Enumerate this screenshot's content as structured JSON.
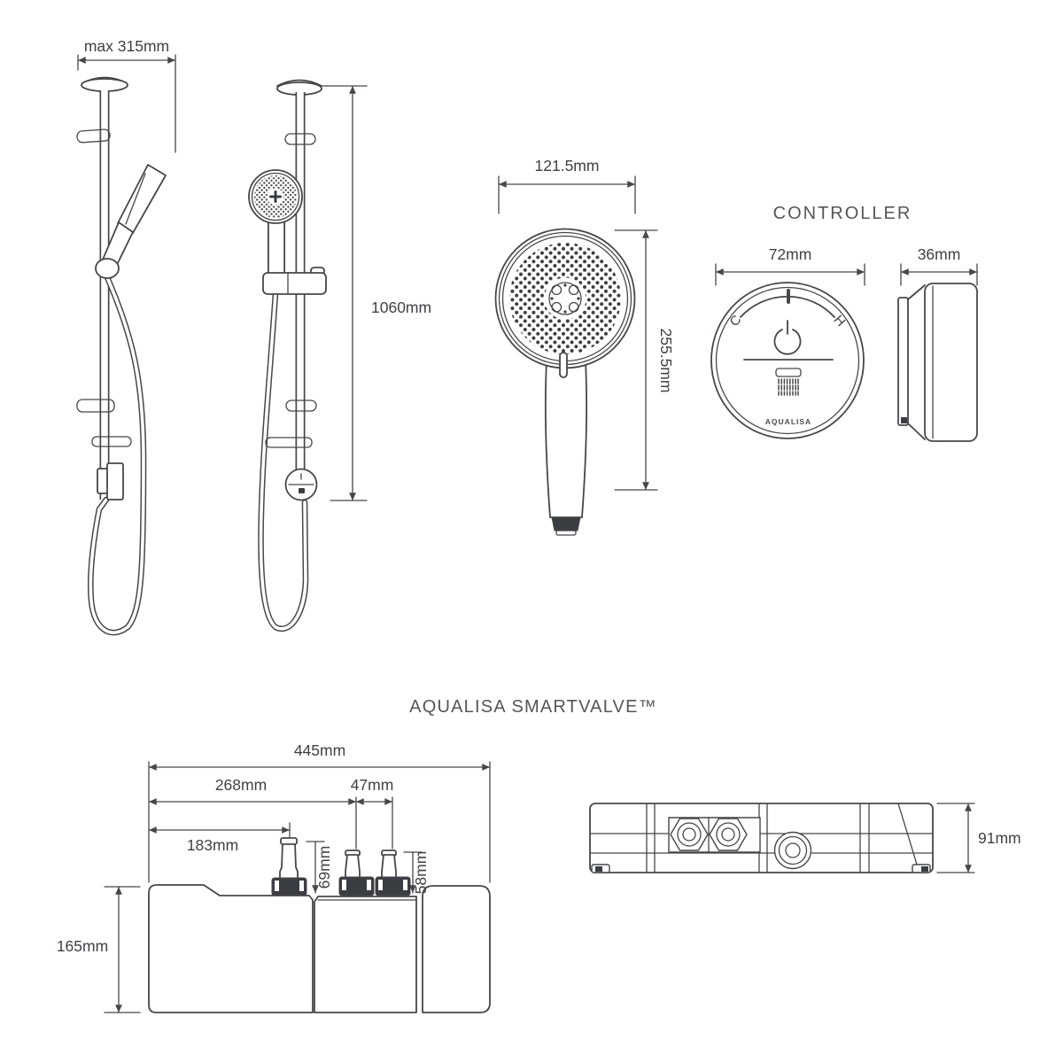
{
  "titles": {
    "controller": "CONTROLLER",
    "smartvalve": "AQUALISA SMARTVALVE™"
  },
  "dimensions": {
    "rail_max_projection": "max 315mm",
    "rail_height": "1060mm",
    "handset_width": "121.5mm",
    "handset_height": "255.5mm",
    "controller_diameter": "72mm",
    "controller_depth": "36mm",
    "valve_width": "445mm",
    "valve_inlet_offset": "268mm",
    "valve_inlet_spacing": "47mm",
    "valve_outlet_offset": "183mm",
    "valve_outlet_spigot_height": "69mm",
    "valve_inlet_spigot_height": "58mm",
    "valve_height": "165mm",
    "valve_depth": "91mm"
  },
  "controller_face": {
    "cold_label": "C",
    "hot_label": "H",
    "brand": "AQUALISA"
  },
  "colors": {
    "line": "#45474a",
    "dim_text": "#3e4145",
    "title_text": "#54565a",
    "dark_fill": "#3a3d41",
    "background": "#ffffff"
  }
}
